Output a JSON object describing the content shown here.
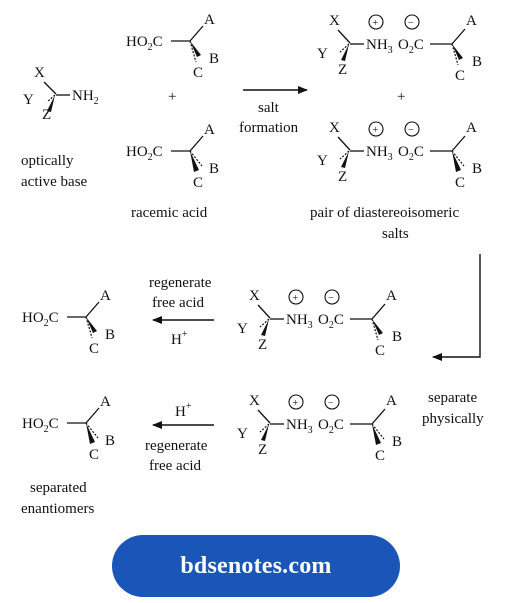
{
  "scheme": {
    "base_label": [
      "optically",
      "active base"
    ],
    "racemic_label": "racemic acid",
    "salt_label": [
      "salt",
      "formation"
    ],
    "pair_label": [
      "pair of diastereoisomeric",
      "salts"
    ],
    "separate_label": [
      "separate",
      "physically"
    ],
    "regen_label": [
      "regenerate",
      "free acid"
    ],
    "acid_reagent": "H",
    "acid_reagent_sup": "+",
    "separated_label": [
      "separated",
      "enantiomers"
    ],
    "plus_sign": "+"
  },
  "atoms": {
    "X": "X",
    "Y": "Y",
    "Z": "Z",
    "A": "A",
    "B": "B",
    "C": "C",
    "NH": "NH",
    "HO": "HO",
    "O": "O",
    "digit2": "2",
    "digit3": "3",
    "plus_charge": "+",
    "minus_charge": "−"
  },
  "watermark": {
    "text": "bdsenotes.com",
    "color": "#1a56b8"
  },
  "colors": {
    "ink": "#111111",
    "background": "#ffffff"
  }
}
